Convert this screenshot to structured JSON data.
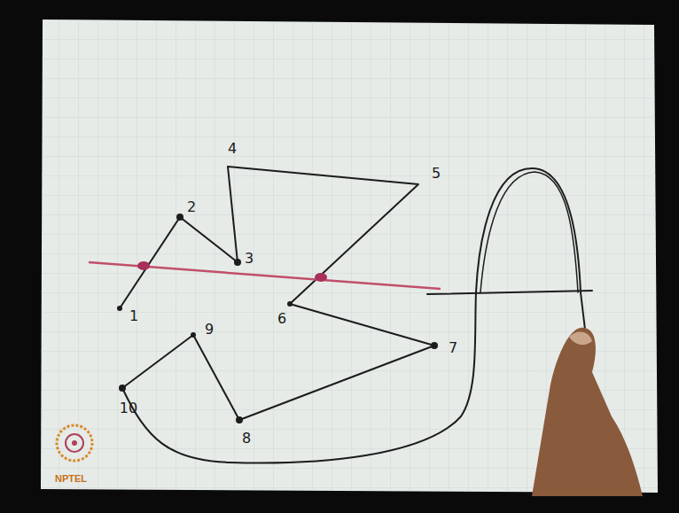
{
  "diagram": {
    "labels": [
      "4",
      "5",
      "2",
      "3",
      "1",
      "6",
      "9",
      "7",
      "10",
      "8",
      "NPTEL"
    ]
  }
}
